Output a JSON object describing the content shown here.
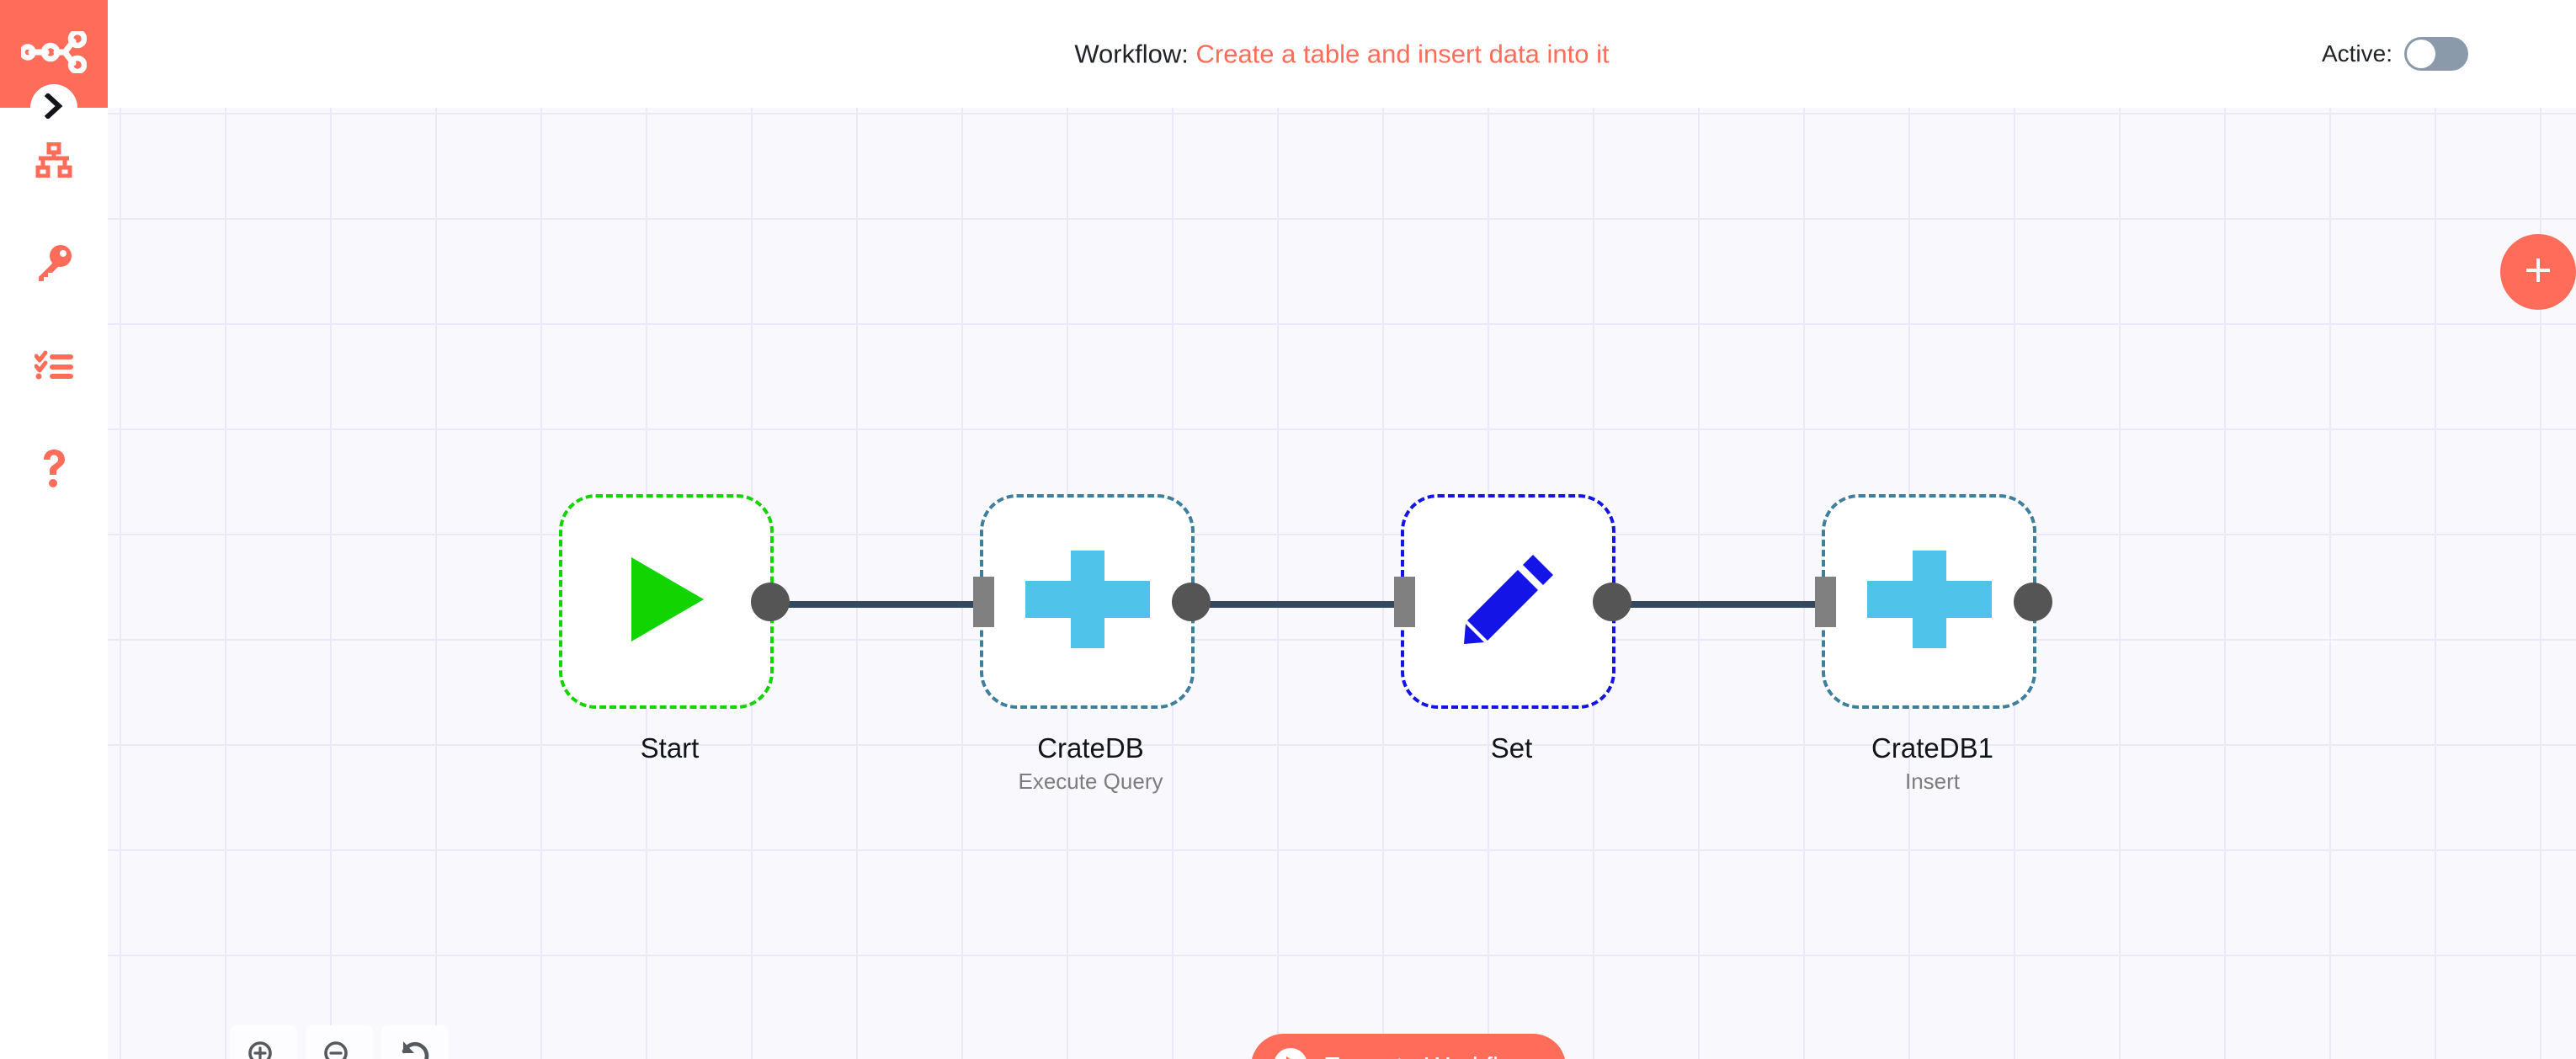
{
  "sidebar": {
    "logo_icon": "n8n-nodes-logo-icon",
    "expand_icon": "chevron-right-icon",
    "items": [
      {
        "name": "workflows",
        "icon": "sitemap-icon"
      },
      {
        "name": "credentials",
        "icon": "key-icon"
      },
      {
        "name": "executions",
        "icon": "tasks-list-icon"
      },
      {
        "name": "help",
        "icon": "question-mark-icon"
      }
    ]
  },
  "header": {
    "workflow_label": "Workflow:",
    "workflow_name": "Create a table and insert data into it",
    "active_label": "Active:",
    "active_state": "off"
  },
  "canvas": {
    "add_node_icon": "plus-icon",
    "nodes": [
      {
        "id": "start",
        "title": "Start",
        "subtitle": "",
        "icon": "play-triangle-icon",
        "border_color": "#12d400",
        "has_input": false,
        "has_output": true
      },
      {
        "id": "cratedb",
        "title": "CrateDB",
        "subtitle": "Execute Query",
        "icon": "cratedb-cross-icon",
        "border_color": "#3d7f9d",
        "has_input": true,
        "has_output": true
      },
      {
        "id": "set",
        "title": "Set",
        "subtitle": "",
        "icon": "pencil-icon",
        "border_color": "#1414e6",
        "has_input": true,
        "has_output": true
      },
      {
        "id": "cratedb1",
        "title": "CrateDB1",
        "subtitle": "Insert",
        "icon": "cratedb-cross-icon",
        "border_color": "#3d7f9d",
        "has_input": true,
        "has_output": true
      }
    ],
    "connections": [
      {
        "from": "start",
        "to": "cratedb",
        "arrow": false
      },
      {
        "from": "cratedb",
        "to": "set",
        "arrow": true
      },
      {
        "from": "set",
        "to": "cratedb1",
        "arrow": true
      }
    ]
  },
  "controls": {
    "zoom_in": {
      "label": "",
      "icon": "zoom-in-icon"
    },
    "zoom_out": {
      "label": "",
      "icon": "zoom-out-icon"
    },
    "reset_zoom": {
      "label": "",
      "icon": "reset-undo-icon"
    }
  },
  "execute": {
    "label": "Execute Workflow",
    "icon": "play-circle-icon"
  },
  "colors": {
    "brand": "#ff6d5a",
    "canvas_bg": "#f8f8fd",
    "grid_line": "#e9e9f7",
    "connection": "#34495e",
    "endpoint": "#555555",
    "toggle_off": "#8a9aab"
  }
}
